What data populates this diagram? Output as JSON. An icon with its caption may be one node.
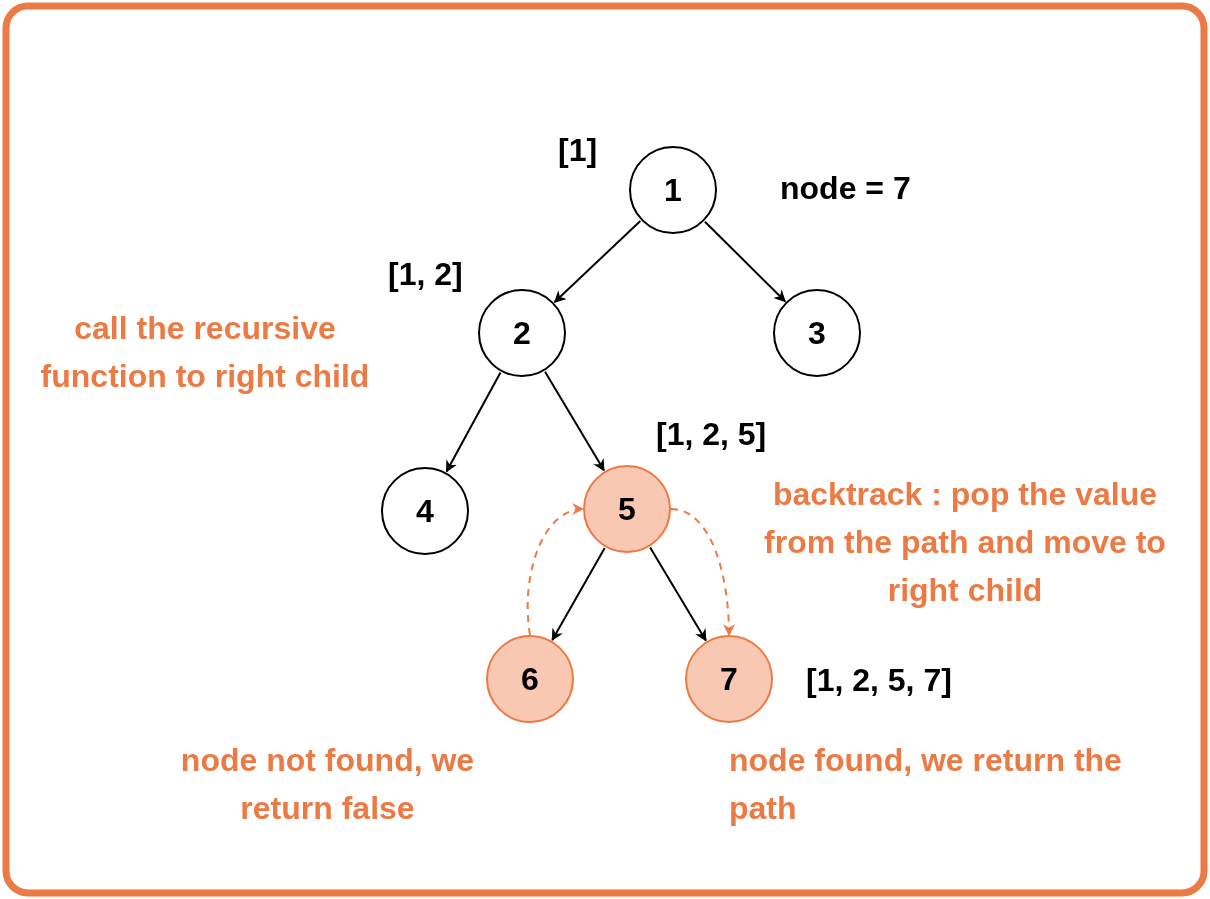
{
  "diagram": {
    "nodes": [
      {
        "text": [
          "1"
        ]
      },
      {
        "text": [
          "2"
        ]
      },
      {
        "text": [
          "3"
        ]
      },
      {
        "text": [
          "4"
        ]
      },
      {
        "text": [
          "5"
        ]
      },
      {
        "text": [
          "6"
        ]
      },
      {
        "text": [
          "7"
        ]
      }
    ],
    "edges": [
      {
        "from": 0,
        "to": 1,
        "arrow": "to"
      },
      {
        "from": 0,
        "to": 2,
        "arrow": "to"
      },
      {
        "from": 1,
        "to": 3,
        "arrow": "to"
      },
      {
        "from": 1,
        "to": 4,
        "arrow": "to"
      },
      {
        "from": 4,
        "to": 5,
        "arrow": "to"
      },
      {
        "from": 4,
        "to": 6,
        "arrow": "to"
      },
      {
        "from": 5,
        "to": 4,
        "arrow": "to",
        "style": "dashed",
        "color": "#ec7a45"
      },
      {
        "from": 4,
        "to": 6,
        "arrow": "to",
        "style": "dashed",
        "color": "#ec7a45"
      }
    ],
    "labels": [
      "[**1**]",
      "node = 7",
      "[1, 2]",
      "call the recursive function to right child",
      "[1, 2, 5]",
      "backtrack : pop the value from the path and move to right child",
      "[1, 2, 5, **7**]",
      "node not found, we return false",
      "node found, we return the path"
    ]
  }
}
